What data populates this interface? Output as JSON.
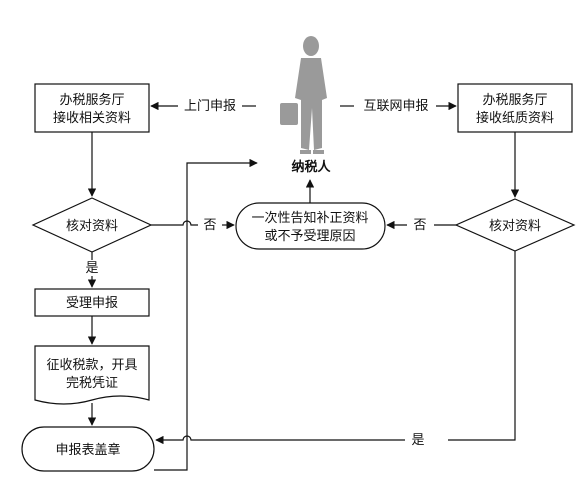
{
  "nodes": {
    "hall_left": {
      "line1": "办税服务厅",
      "line2": "接收相关资料"
    },
    "hall_right": {
      "line1": "办税服务厅",
      "line2": "接收纸质资料"
    },
    "check_left": "核对资料",
    "check_right": "核对资料",
    "notify": {
      "line1": "一次性告知补正资料",
      "line2": "或不予受理原因"
    },
    "accept": "受理申报",
    "collect": {
      "line1": "征收税款，开具",
      "line2": "完税凭证"
    },
    "stamp": "申报表盖章",
    "taxpayer": "纳税人"
  },
  "edges": {
    "onsite": "上门申报",
    "online": "互联网申报",
    "no_left": "否",
    "no_right": "否",
    "yes_left": "是",
    "yes_right": "是"
  },
  "colors": {
    "stroke": "#111111",
    "figure": "#9a9a9a"
  }
}
